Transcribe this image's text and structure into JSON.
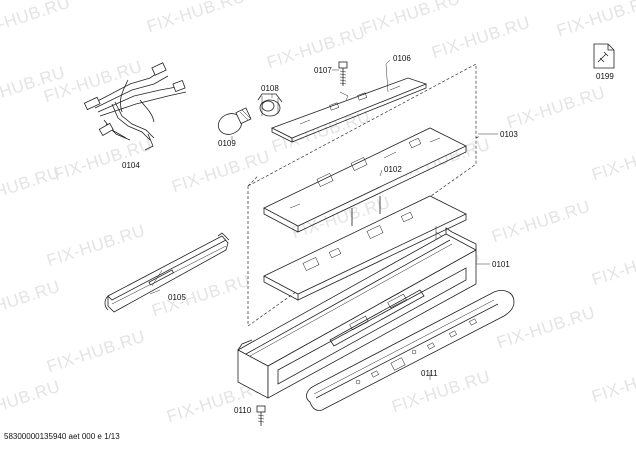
{
  "watermark": "FIX-HUB.RU",
  "footer": "58300000135940 aet 000 e 1/13",
  "labels": {
    "p0101": "0101",
    "p0102": "0102",
    "p0103": "0103",
    "p0104": "0104",
    "p0105": "0105",
    "p0106": "0106",
    "p0107": "0107",
    "p0108": "0108",
    "p0109": "0109",
    "p0110": "0110",
    "p0111": "0111",
    "p0199": "0199"
  }
}
